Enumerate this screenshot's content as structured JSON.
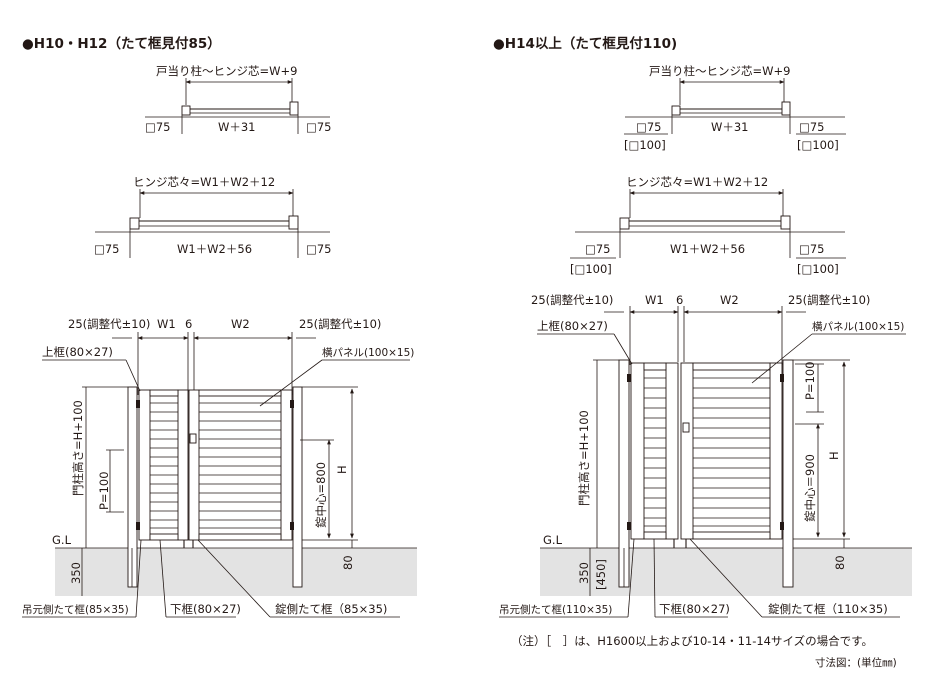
{
  "left": {
    "heading": "●H10・H12（たて框見付85）",
    "plan1": {
      "top": "戸当り柱～ヒンジ芯=W+9",
      "mid": "W＋31",
      "l": "□75",
      "r": "□75"
    },
    "plan2": {
      "top": "ヒンジ芯々=W1＋W2＋12",
      "mid": "W1＋W2＋56",
      "l": "□75",
      "r": "□75"
    },
    "elev": {
      "w1": "W1",
      "gap": "6",
      "w2": "W2",
      "adj_l": "25(調整代±10)",
      "adj_r": "25(調整代±10)",
      "top_frame": "上框(80×27)",
      "panel": "横パネル(100×15)",
      "post_height": "門柱高さ=H+100",
      "pitch": "P=100",
      "lock_center": "錠中心=800",
      "h": "H",
      "gl": "G.L",
      "depth": "350",
      "above": "80",
      "hinge_stile": "吊元側たて框(85×35)",
      "bottom_frame": "下框(80×27)",
      "lock_stile": "錠側たて框（85×35)"
    }
  },
  "right": {
    "heading": "●H14以上（たて框見付110)",
    "plan1": {
      "top": "戸当り柱～ヒンジ芯=W+9",
      "mid": "W＋31",
      "l": "□75",
      "r": "□75",
      "l2": "[□100]",
      "r2": "[□100]"
    },
    "plan2": {
      "top": "ヒンジ芯々=W1＋W2＋12",
      "mid": "W1＋W2＋56",
      "l": "□75",
      "r": "□75",
      "l2": "[□100]",
      "r2": "[□100]"
    },
    "elev": {
      "w1": "W1",
      "gap": "6",
      "w2": "W2",
      "adj_l": "25(調整代±10)",
      "adj_r": "25(調整代±10)",
      "top_frame": "上框(80×27)",
      "panel": "横パネル(100×15)",
      "post_height": "門柱高さ=H+100",
      "pitch": "P=100",
      "lock_center": "錠中心＝900",
      "h": "H",
      "gl": "G.L",
      "depth": "350",
      "depth2": "[450]",
      "above": "80",
      "hinge_stile": "吊元側たて框(110×35)",
      "bottom_frame": "下框(80×27)",
      "lock_stile": "錠側たて框（110×35)"
    }
  },
  "note": "（注）［　］は、H1600以上および10-14・11-14サイズの場合です。",
  "unit": "寸法図：(単位㎜)"
}
